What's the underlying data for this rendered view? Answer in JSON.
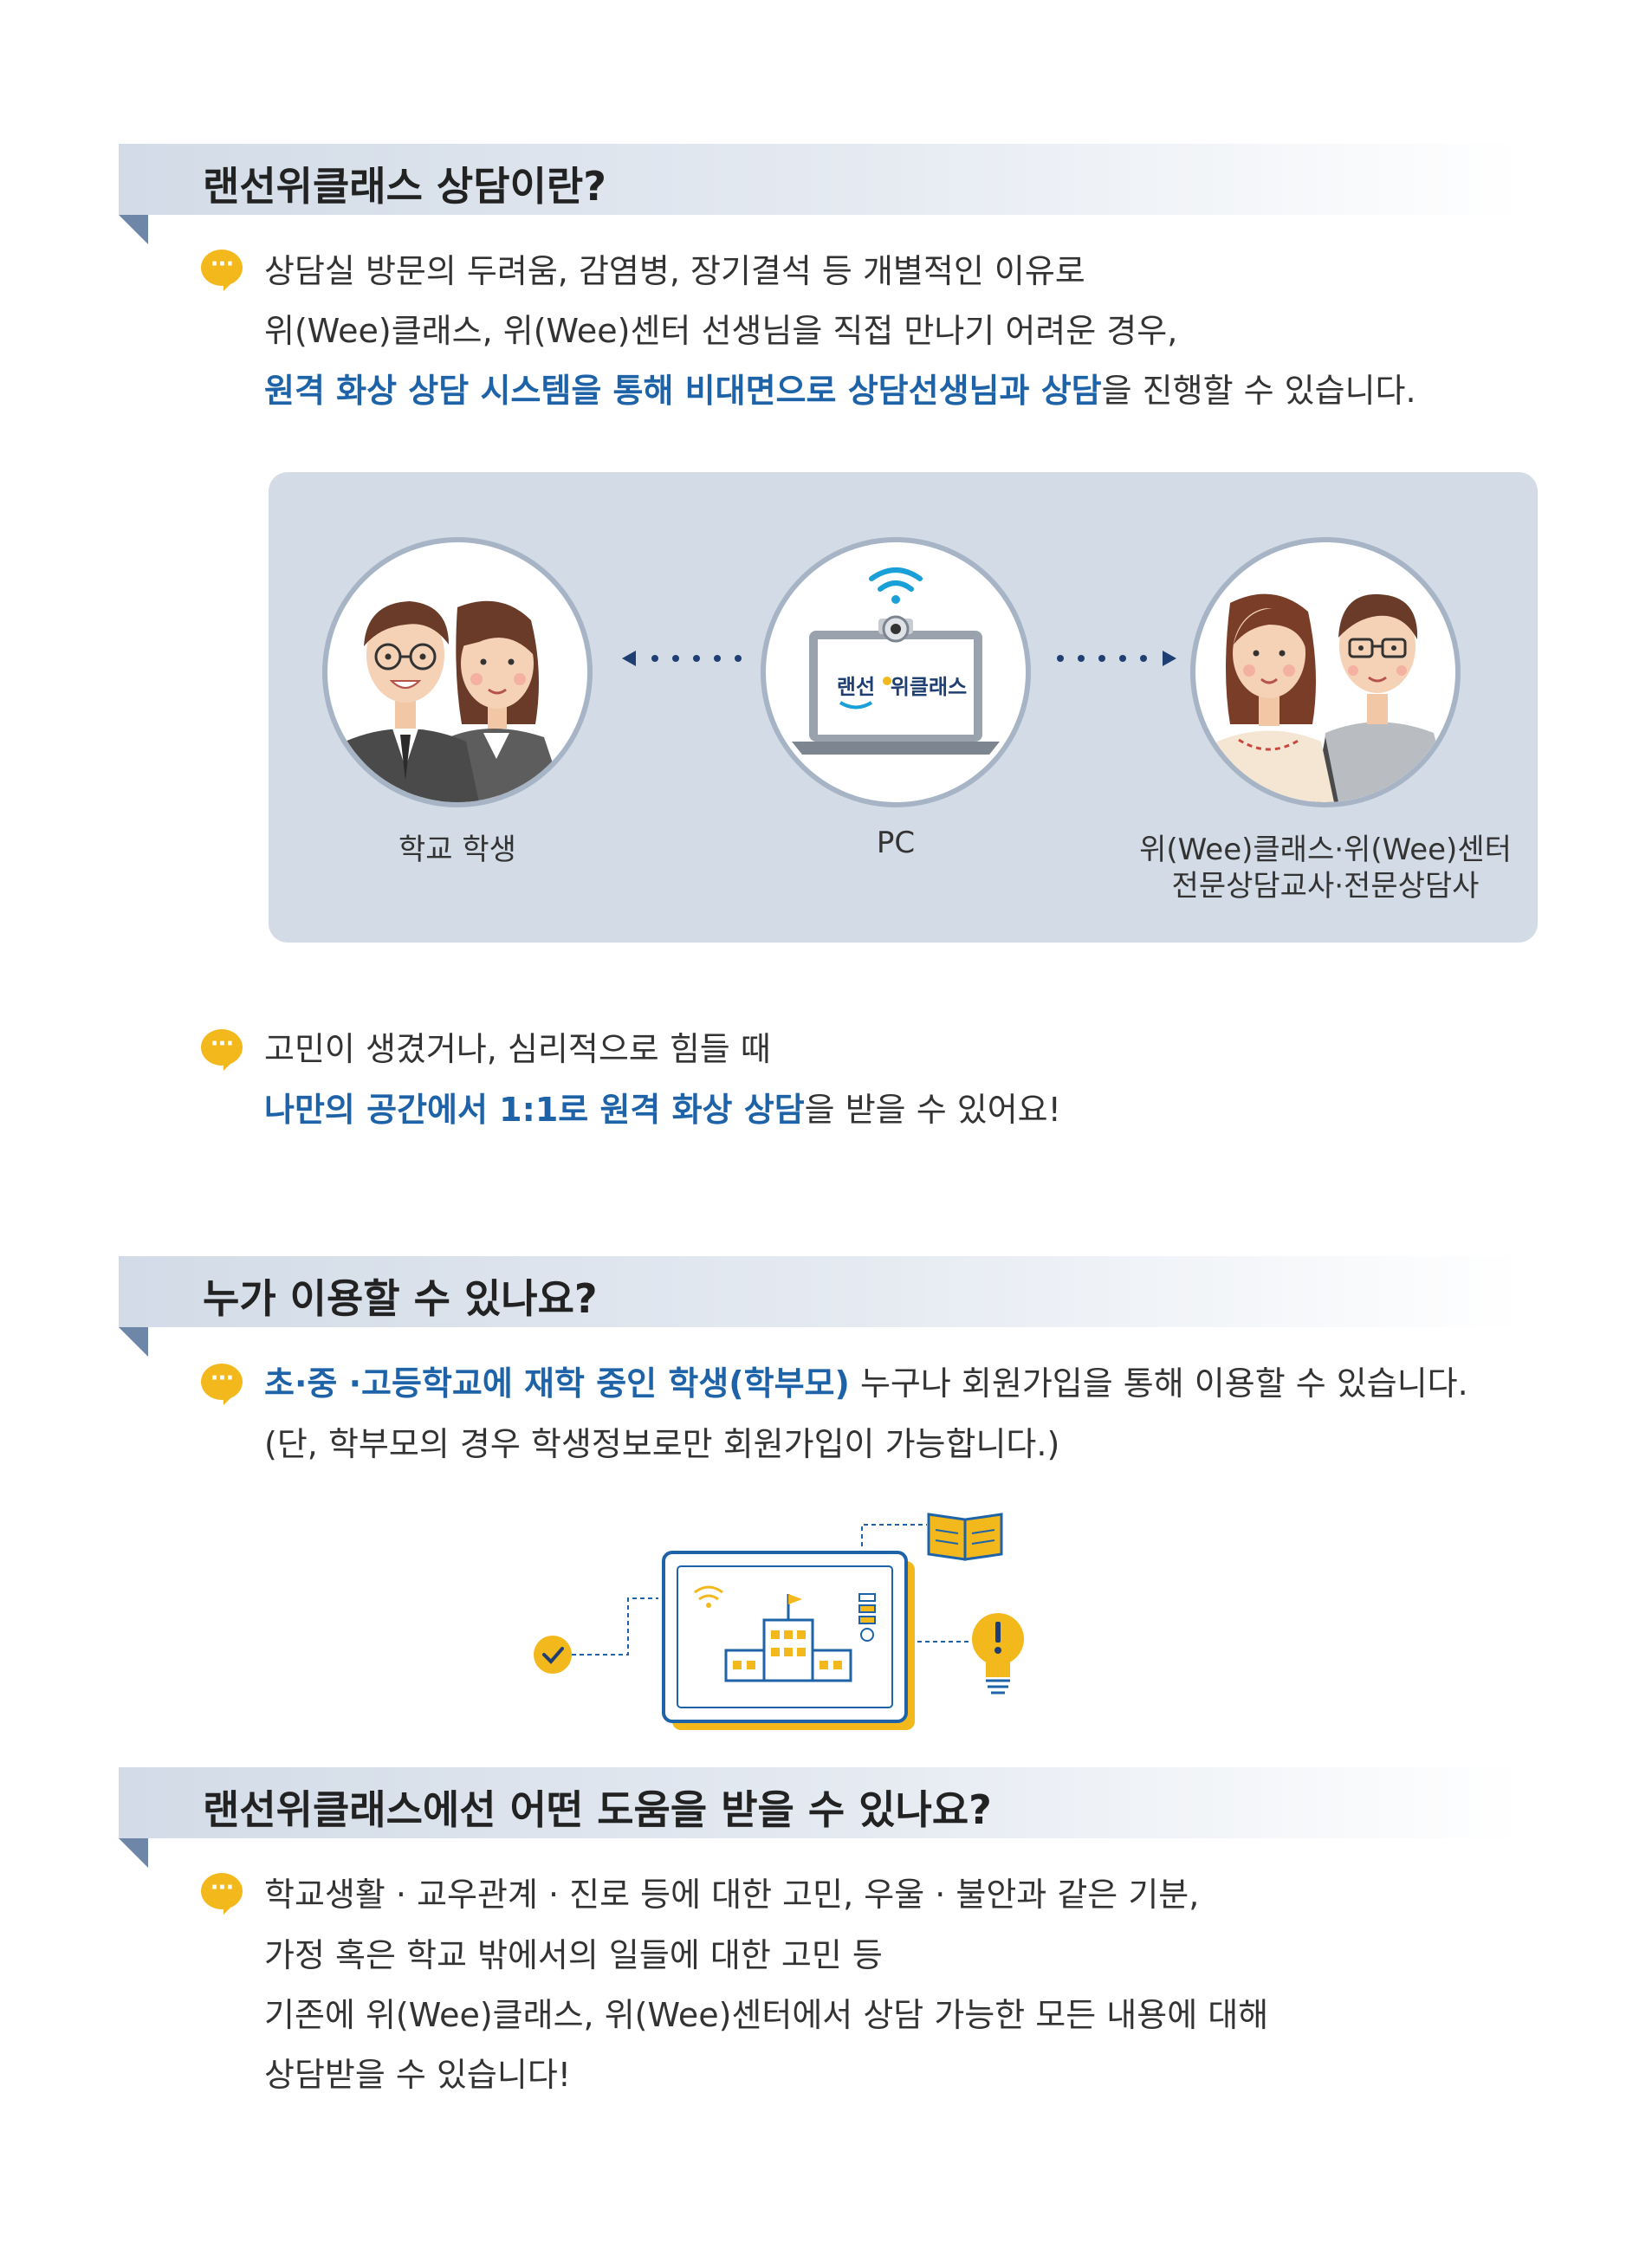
{
  "section1": {
    "title": "랜선위클래스 상담이란?",
    "para1": {
      "line1": "상담실 방문의 두려움, 감염병, 장기결석 등 개별적인 이유로",
      "line2": "위(Wee)클래스, 위(Wee)센터 선생님을 직접 만나기 어려운 경우,",
      "line3_highlight": "원격 화상 상담 시스템을 통해 비대면으로 상담선생님과 상담",
      "line3_rest": "을 진행할 수 있습니다."
    },
    "diagram": {
      "left_caption": "학교 학생",
      "center_caption": "PC",
      "right_caption_line1": "위(Wee)클래스·위(Wee)센터",
      "right_caption_line2": "전문상담교사·전문상담사",
      "screen_logo_part1": "랜선",
      "screen_logo_part2": "위클래스"
    },
    "para2": {
      "line1": "고민이 생겼거나, 심리적으로 힘들 때",
      "line2_highlight": "나만의 공간에서 1:1로 원격 화상 상담",
      "line2_rest": "을 받을 수 있어요!"
    }
  },
  "section2": {
    "title": "누가 이용할 수 있나요?",
    "line1_highlight": "초·중 ·고등학교에 재학 중인 학생(학부모)",
    "line1_rest": " 누구나 회원가입을 통해 이용할 수 있습니다.",
    "line2": "(단, 학부모의 경우 학생정보로만 회원가입이 가능합니다.)"
  },
  "section3": {
    "title": "랜선위클래스에선 어떤 도움을 받을 수 있나요?",
    "line1": "학교생활 · 교우관계 · 진로 등에 대한 고민, 우울 · 불안과 같은 기분,",
    "line2": "가정 혹은 학교 밖에서의 일들에 대한 고민 등",
    "line3": "기존에 위(Wee)클래스, 위(Wee)센터에서 상담 가능한 모든 내용에 대해",
    "line4": "상담받을 수 있습니다!"
  },
  "colors": {
    "highlight_blue": "#1e63a8",
    "bullet_yellow": "#f2b81c",
    "panel_bg": "#d3dbe6",
    "header_fold": "#6e86a8",
    "arrow_navy": "#1f3f73"
  },
  "icons": [
    "speech-bubble-icon",
    "wifi-icon",
    "webcam-icon",
    "laptop-icon",
    "arrow-left-icon",
    "arrow-right-icon",
    "check-icon",
    "book-icon",
    "lightbulb-icon",
    "school-building-icon"
  ]
}
